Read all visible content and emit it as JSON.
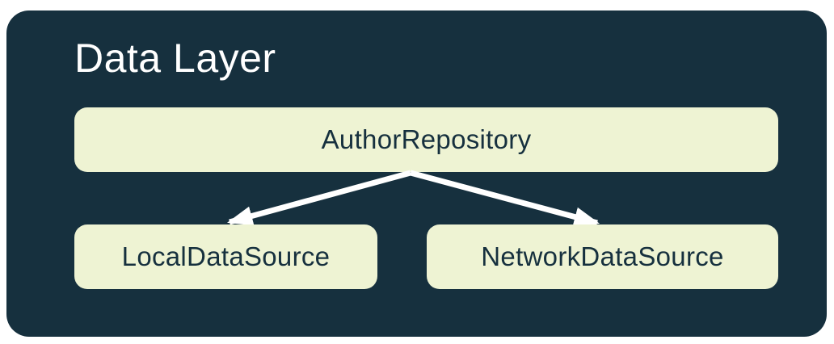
{
  "diagram": {
    "title": "Data Layer",
    "nodes": [
      {
        "id": "author-repository",
        "label": "AuthorRepository"
      },
      {
        "id": "local-data-source",
        "label": "LocalDataSource"
      },
      {
        "id": "network-data-source",
        "label": "NetworkDataSource"
      }
    ],
    "edges": [
      {
        "from": "AuthorRepository",
        "to": "LocalDataSource"
      },
      {
        "from": "AuthorRepository",
        "to": "NetworkDataSource"
      }
    ],
    "colors": {
      "container_bg": "#16303E",
      "node_bg": "#EEF3D3",
      "node_text": "#16303E",
      "title_text": "#FFFFFF",
      "arrow": "#FFFFFF"
    }
  }
}
